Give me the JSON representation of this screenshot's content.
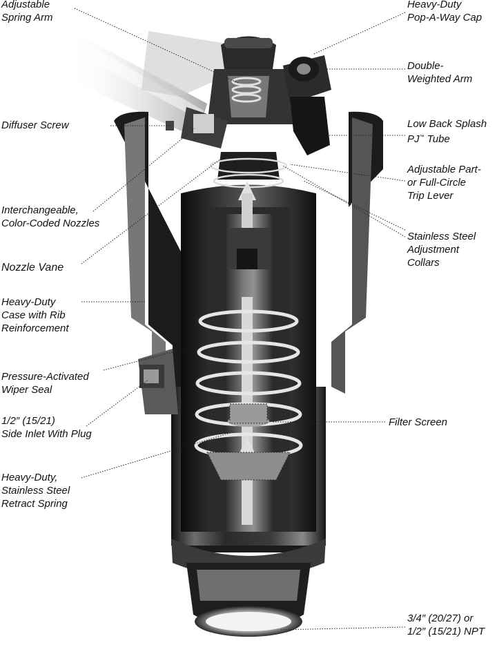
{
  "labels": {
    "adjustable_spring_arm": [
      "Adjustable",
      "Spring Arm"
    ],
    "diffuser_screw": [
      "Diffuser Screw"
    ],
    "interchangeable_nozzles": [
      "Interchangeable,",
      "Color-Coded Nozzles"
    ],
    "nozzle_vane": [
      "Nozzle Vane"
    ],
    "heavy_duty_case": [
      "Heavy-Duty",
      "Case with Rib",
      "Reinforcement"
    ],
    "wiper_seal": [
      "Pressure-Activated",
      "Wiper Seal"
    ],
    "side_inlet": [
      "1/2″ (15/21)",
      "Side Inlet With Plug"
    ],
    "retract_spring": [
      "Heavy-Duty,",
      "Stainless Steel",
      "Retract Spring"
    ],
    "pop_a_way_cap": [
      "Heavy-Duty",
      "Pop-A-Way Cap"
    ],
    "double_weighted_arm": [
      "Double-",
      "Weighted Arm"
    ],
    "low_back_splash": [
      "Low Back Splash",
      "PJ",
      "™",
      " Tube"
    ],
    "trip_lever": [
      "Adjustable Part-",
      "or Full-Circle",
      "Trip Lever"
    ],
    "adjustment_collars": [
      "Stainless Steel",
      "Adjustment",
      "Collars"
    ],
    "filter_screen": [
      "Filter Screen"
    ],
    "npt": [
      "3/4″ (20/27) or",
      "1/2″ (15/21) NPT"
    ]
  },
  "colors": {
    "text": "#111111",
    "body_dark": "#1e1e1e",
    "body_mid": "#6a6a6a",
    "body_light": "#d9d9d9"
  }
}
